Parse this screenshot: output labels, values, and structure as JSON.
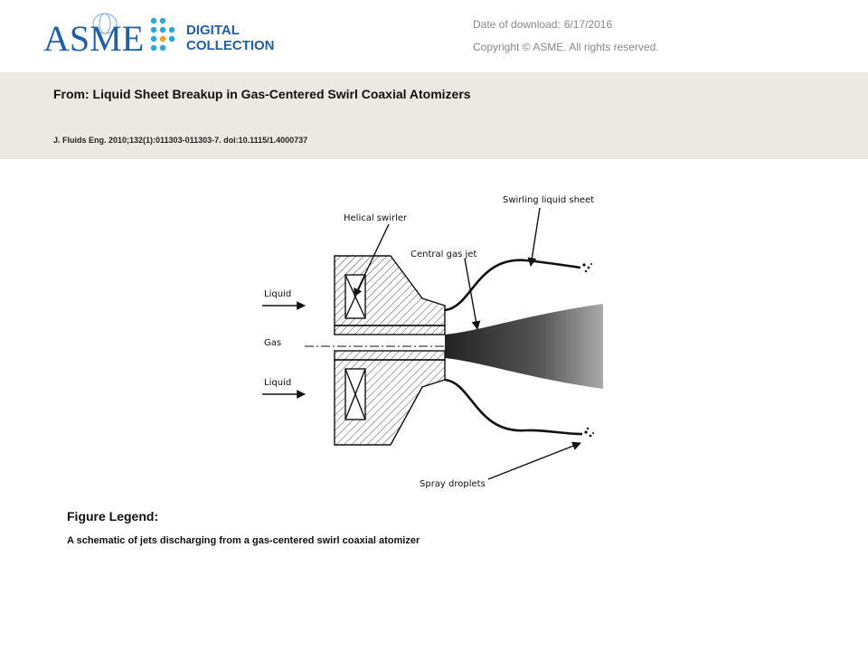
{
  "header": {
    "logo": {
      "wordmark": "ASME",
      "line1": "DIGITAL",
      "line2": "COLLECTION"
    },
    "date_label": "Date of download:",
    "date_value": "6/17/2016",
    "copyright": "Copyright © ASME. All rights reserved."
  },
  "article": {
    "title": "From: Liquid Sheet Breakup in Gas-Centered Swirl Coaxial Atomizers",
    "citation": "J. Fluids Eng. 2010;132(1):011303-011303-7. doi:10.1115/1.4000737"
  },
  "figure": {
    "labels": {
      "helical_swirler": "Helical swirler",
      "swirling_liquid_sheet": "Swirling liquid sheet",
      "central_gas_jet": "Central gas jet",
      "liquid_top": "Liquid",
      "gas": "Gas",
      "liquid_bottom": "Liquid",
      "spray_droplets": "Spray droplets"
    }
  },
  "legend": {
    "title": "Figure Legend:",
    "text": "A schematic of jets discharging from a gas-centered  swirl coaxial atomizer"
  },
  "colors": {
    "band": "#ece9e3",
    "logo_blue": "#1f5fa6",
    "logo_dots": "#2aa6dc"
  }
}
